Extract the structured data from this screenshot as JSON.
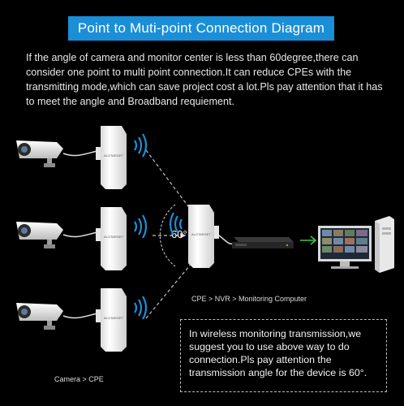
{
  "title": "Point to Muti-point Connection Diagram",
  "intro_text": "If the angle of camera and monitor center is less than 60degree,there can consider one point to multi point connection.It can reduce CPEs with the transmitting mode,which can save project cost a lot.Pls pay attention that it has to meet the angle and Broadband requiement.",
  "angle_label": "60°",
  "caption_chain": "CPE > NVR > Monitoring Computer",
  "caption_camera": "Camera > CPE",
  "note_text": "In wireless monitoring transmission,we suggest you to use above way to do connection.Pls pay attention the transmission angle for the device is 60°.",
  "colors": {
    "title_bg": "#1b8ed8",
    "background": "#000000",
    "signal_blue": "#1b8ed8",
    "cable_green": "#3cc84a"
  },
  "icons": [
    "camera-icon",
    "cpe-antenna-icon",
    "wifi-signal-icon",
    "nvr-icon",
    "monitor-icon",
    "pc-tower-icon",
    "arrow-icon"
  ]
}
